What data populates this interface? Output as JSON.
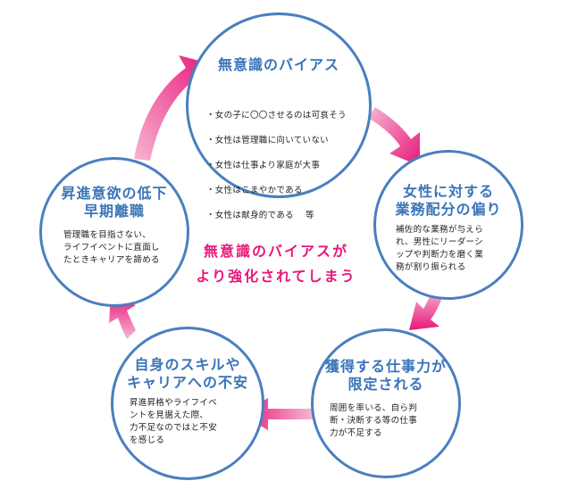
{
  "colors": {
    "circle_border": "#4a7fc0",
    "title_text": "#3a74b8",
    "accent_pink": "#e8177a",
    "arrow_light": "#f7b6d2"
  },
  "top": {
    "title": "無意識のバイアス",
    "items": [
      "・女の子に〇〇させるのは可哀そう",
      "・女性は管理職に向いていない",
      "・女性は仕事より家庭が大事",
      "・女性はこまやかである",
      "・女性は献身的である　 等"
    ]
  },
  "right": {
    "title": "女性に対する\n業務配分の偏り",
    "body": "補佐的な業務が与えら\nれ、男性にリーダーシ\nップや判断力を磨く業\n務が割り振られる"
  },
  "bottom_right": {
    "title": "獲得する仕事力が\n限定される",
    "body": "周囲を率いる、自ら判\n断・決断する等の仕事\n力が不足する"
  },
  "bottom_left": {
    "title": "自身のスキルや\nキャリアへの不安",
    "body": "昇進昇格やライフイベ\nントを見据えた際、\n力不足なのではと不安\nを感じる"
  },
  "left": {
    "title": "昇進意欲の低下\n早期離職",
    "body": "管理職を目指さない、\nライフイベントに直面し\nたときキャリアを諦める"
  },
  "center": {
    "message": "無意識のバイアスが\nより強化されてしまう"
  }
}
